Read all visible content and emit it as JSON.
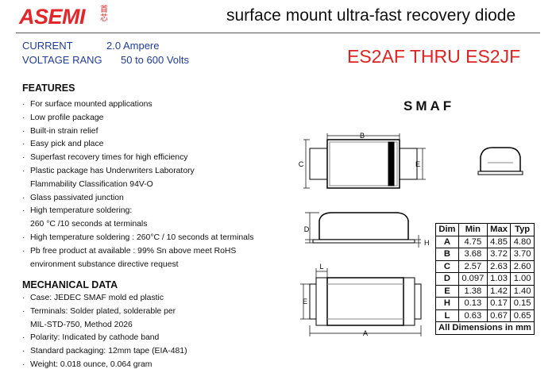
{
  "header": {
    "logo_text": "ASEMI",
    "logo_cn": "首芯",
    "title": "surface mount ultra-fast recovery diode"
  },
  "specs": {
    "current_label": "CURRENT",
    "current_value": "2.0  Ampere",
    "voltage_label": "VOLTAGE RANG",
    "voltage_value": "50  to  600  Volts"
  },
  "part_range": "ES2AF THRU ES2JF",
  "features": {
    "title": "FEATURES",
    "items": [
      "For surface mounted applications",
      "Low profile package",
      "Built-in strain relief",
      "Easy pick and place",
      "Superfast recovery times for high efficiency",
      "Plastic package has Underwriters Laboratory",
      "Flammability Classification 94V-O",
      "Glass passivated junction",
      "High temperature soldering:",
      "260 °C  /10 seconds at terminals",
      "High temperature soldering : 260°C / 10 seconds at terminals",
      "Pb free product at available : 99% Sn above meet RoHS",
      "environment substance directive request"
    ]
  },
  "mechanical": {
    "title": "MECHANICAL DATA",
    "items": [
      "Case: JEDEC  SMAF  mold ed plastic",
      "Terminals: Solder plated, solderable per",
      "MIL-STD-750, Method 2026",
      "Polarity: Indicated by cathode band",
      "Standard packaging: 12mm tape (EIA-481)",
      "Weight: 0.018 ounce, 0.064 gram"
    ]
  },
  "package": {
    "name": "SMAF",
    "labels": {
      "a": "A",
      "b": "B",
      "c": "C",
      "d": "D",
      "e": "E",
      "h": "H",
      "l": "L"
    }
  },
  "dimensions": {
    "headers": [
      "Dim",
      "Min",
      "Max",
      "Typ"
    ],
    "rows": [
      [
        "A",
        "4.75",
        "4.85",
        "4.80"
      ],
      [
        "B",
        "3.68",
        "3.72",
        "3.70"
      ],
      [
        "C",
        "2.57",
        "2.63",
        "2.60"
      ],
      [
        "D",
        "0.097",
        "1.03",
        "1.00"
      ],
      [
        "E",
        "1.38",
        "1.42",
        "1.40"
      ],
      [
        "H",
        "0.13",
        "0.17",
        "0.15"
      ],
      [
        "L",
        "0.63",
        "0.67",
        "0.65"
      ]
    ],
    "footer": "All Dimensions in mm"
  }
}
